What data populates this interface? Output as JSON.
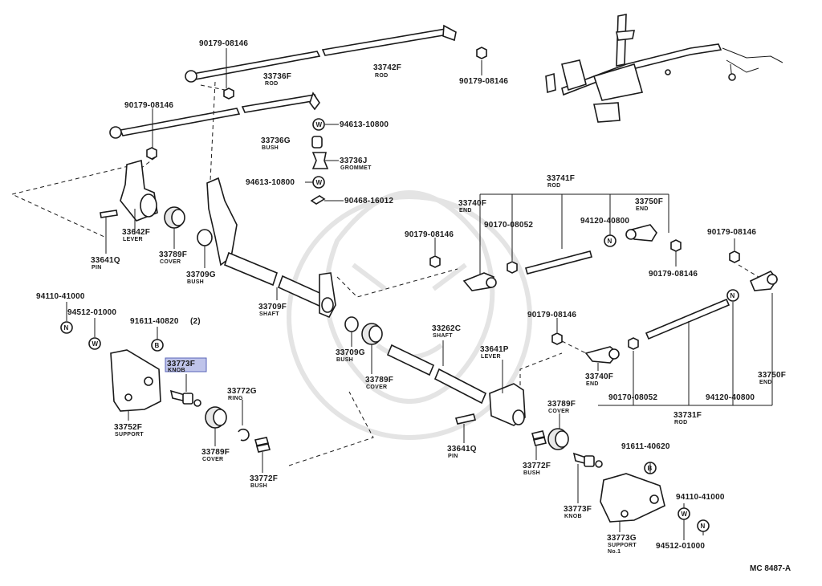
{
  "diagram": {
    "ref_code": "MC 8487-A",
    "highlight": "33773F",
    "labels": {
      "p90179a": {
        "pn": "90179-08146",
        "nm": ""
      },
      "p33742F": {
        "pn": "33742F",
        "nm": "ROD"
      },
      "p90179b": {
        "pn": "90179-08146",
        "nm": ""
      },
      "p33736F": {
        "pn": "33736F",
        "nm": "ROD"
      },
      "p90179c": {
        "pn": "90179-08146",
        "nm": ""
      },
      "p94613a": {
        "pn": "94613-10800",
        "nm": ""
      },
      "p33736G": {
        "pn": "33736G",
        "nm": "BUSH"
      },
      "p33736J": {
        "pn": "33736J",
        "nm": "GROMMET"
      },
      "p94613b": {
        "pn": "94613-10800",
        "nm": ""
      },
      "p90468": {
        "pn": "90468-16012",
        "nm": ""
      },
      "p33642F": {
        "pn": "33642F",
        "nm": "LEVER"
      },
      "p33641Qa": {
        "pn": "33641Q",
        "nm": "PIN"
      },
      "p33789Fa": {
        "pn": "33789F",
        "nm": "COVER"
      },
      "p33709Ga": {
        "pn": "33709G",
        "nm": "BUSH"
      },
      "p33709F": {
        "pn": "33709F",
        "nm": "SHAFT"
      },
      "p94110a": {
        "pn": "94110-41000",
        "nm": ""
      },
      "p94512a": {
        "pn": "94512-01000",
        "nm": ""
      },
      "p91611a": {
        "pn": "91611-40820",
        "nm": "",
        "qty": "(2)"
      },
      "p33773Fa": {
        "pn": "33773F",
        "nm": "KNOB"
      },
      "p33772G": {
        "pn": "33772G",
        "nm": "RING"
      },
      "p33752F": {
        "pn": "33752F",
        "nm": "SUPPORT"
      },
      "p33789Fb": {
        "pn": "33789F",
        "nm": "COVER"
      },
      "p33772Fa": {
        "pn": "33772F",
        "nm": "BUSH"
      },
      "p33709Gb": {
        "pn": "33709G",
        "nm": "BUSH"
      },
      "p33789Fc": {
        "pn": "33789F",
        "nm": "COVER"
      },
      "p33262C": {
        "pn": "33262C",
        "nm": "SHAFT"
      },
      "p33641P": {
        "pn": "33641P",
        "nm": "LEVER"
      },
      "p33641Qb": {
        "pn": "33641Q",
        "nm": "PIN"
      },
      "p33741F": {
        "pn": "33741F",
        "nm": "ROD"
      },
      "p33740Fa": {
        "pn": "33740F",
        "nm": "END"
      },
      "p90170a": {
        "pn": "90170-08052",
        "nm": ""
      },
      "p94120a": {
        "pn": "94120-40800",
        "nm": ""
      },
      "p33750Fa": {
        "pn": "33750F",
        "nm": "END"
      },
      "p90179d": {
        "pn": "90179-08146",
        "nm": ""
      },
      "p90179e": {
        "pn": "90179-08146",
        "nm": ""
      },
      "p90179f": {
        "pn": "90179-08146",
        "nm": ""
      },
      "p90179g": {
        "pn": "90179-08146",
        "nm": ""
      },
      "p33740Fb": {
        "pn": "33740F",
        "nm": "END"
      },
      "p90170b": {
        "pn": "90170-08052",
        "nm": ""
      },
      "p94120b": {
        "pn": "94120-40800",
        "nm": ""
      },
      "p33750Fb": {
        "pn": "33750F",
        "nm": "END"
      },
      "p33731F": {
        "pn": "33731F",
        "nm": "ROD"
      },
      "p33789Fd": {
        "pn": "33789F",
        "nm": "COVER"
      },
      "p33772Fb": {
        "pn": "33772F",
        "nm": "BUSH"
      },
      "p91611b": {
        "pn": "91611-40620",
        "nm": ""
      },
      "p33773Fb": {
        "pn": "33773F",
        "nm": "KNOB"
      },
      "p33773G": {
        "pn": "33773G",
        "nm": "SUPPORT",
        "nm2": "No.1"
      },
      "p94110b": {
        "pn": "94110-41000",
        "nm": ""
      },
      "p94512b": {
        "pn": "94512-01000",
        "nm": ""
      }
    },
    "glyphs": {
      "washer": "W",
      "nut": "N",
      "bolt": "B"
    }
  }
}
